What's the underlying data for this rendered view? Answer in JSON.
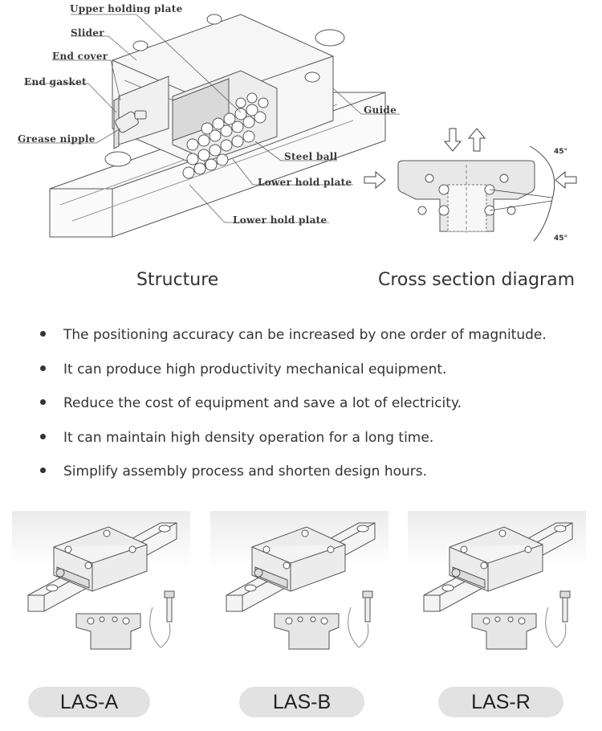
{
  "structure": {
    "labels": {
      "upper_holding_plate": "Upper holding plate",
      "slider": "Slider",
      "end_cover": "End cover",
      "end_gasket": "End gasket",
      "grease_nipple": "Grease nipple",
      "guide": "Guide",
      "steel_ball": "Steel ball",
      "lower_hold_plate_1": "Lower hold plate",
      "lower_hold_plate_2": "Lower hold plate"
    },
    "caption": "Structure"
  },
  "cross_section": {
    "angle_top": "45°",
    "angle_bottom": "45°",
    "caption": "Cross section diagram"
  },
  "features": [
    "The positioning accuracy can be increased by one order of magnitude.",
    "It can produce high productivity mechanical equipment.",
    "Reduce the cost of equipment and save a lot of electricity.",
    "It can maintain high density operation for a long time.",
    "Simplify assembly process and shorten design hours."
  ],
  "models": [
    {
      "label": "LAS-A"
    },
    {
      "label": "LAS-B"
    },
    {
      "label": "LAS-R"
    }
  ]
}
